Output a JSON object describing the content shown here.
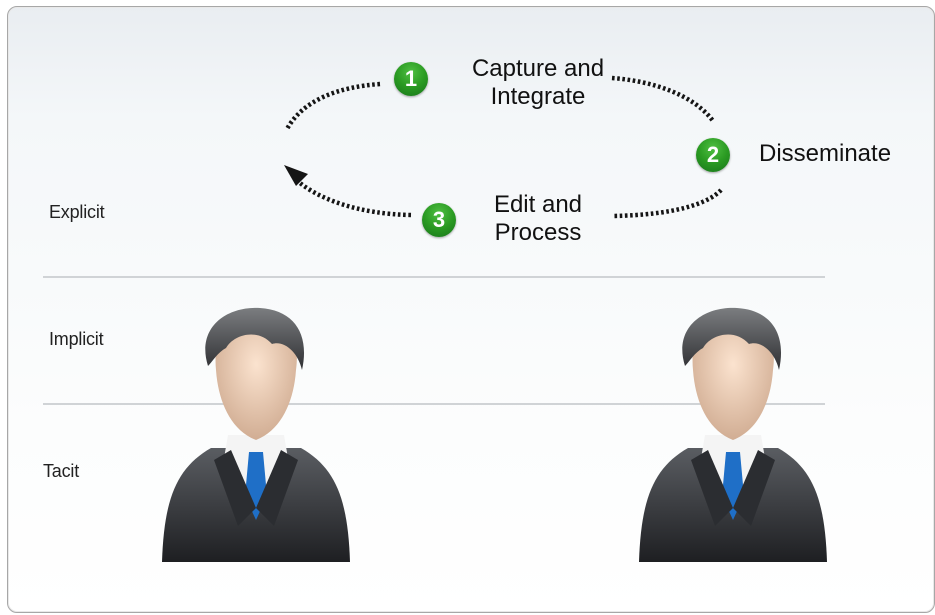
{
  "layers": {
    "explicit": "Explicit",
    "implicit": "Implicit",
    "tacit": "Tacit"
  },
  "steps": [
    {
      "number": "1",
      "line1": "Capture and",
      "line2": "Integrate"
    },
    {
      "number": "2",
      "text": "Disseminate"
    },
    {
      "number": "3",
      "line1": "Edit and",
      "line2": "Process"
    }
  ],
  "icons": {
    "person_left": "businessman-icon",
    "person_right": "businessman-icon",
    "cycle_arrows": "dotted-cycle-arrow"
  },
  "colors": {
    "badge_green": "#2a9a22",
    "divider": "#d0d3d6",
    "tie_blue": "#1f6fc7",
    "suit_dark": "#3b3d41"
  }
}
